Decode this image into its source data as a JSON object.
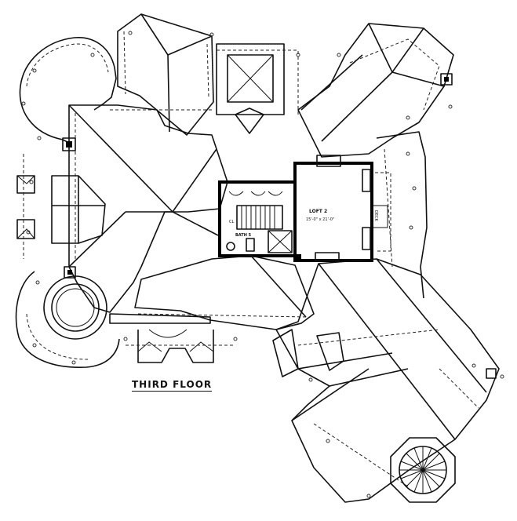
{
  "drawing": {
    "caption": "THIRD FLOOR",
    "rooms": {
      "loft_name": "LOFT 2",
      "loft_size": "15'-0\" x 21'-0\"",
      "bath_name": "BATH 5",
      "closet_label": "CL",
      "deck_label": "DECK"
    }
  }
}
